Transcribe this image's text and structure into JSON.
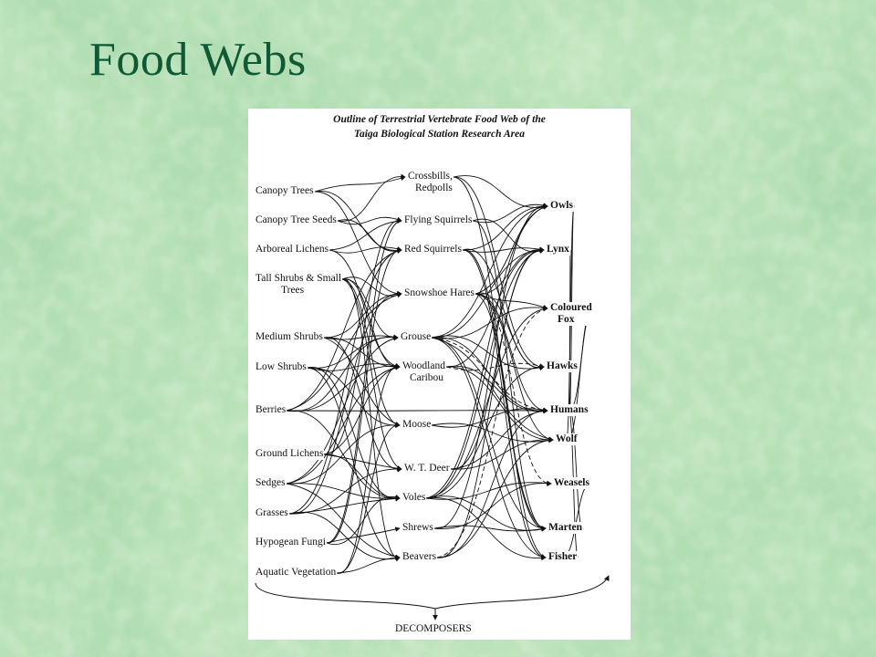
{
  "slide": {
    "title": "Food Webs",
    "background_color": "#9fd3a6",
    "title_color": "#0f5a34"
  },
  "figure": {
    "title_line1": "Outline of Terrestrial Vertebrate Food Web of the",
    "title_line2": "Taiga Biological Station Research Area"
  },
  "producers": [
    {
      "id": "canopy-trees",
      "label": "Canopy Trees"
    },
    {
      "id": "canopy-tree-seeds",
      "label": "Canopy Tree Seeds"
    },
    {
      "id": "arboreal-lichens",
      "label": "Arboreal Lichens"
    },
    {
      "id": "tall-shrubs",
      "label": "Tall Shrubs & Small",
      "label2": "Trees"
    },
    {
      "id": "medium-shrubs",
      "label": "Medium Shrubs"
    },
    {
      "id": "low-shrubs",
      "label": "Low Shrubs"
    },
    {
      "id": "berries",
      "label": "Berries"
    },
    {
      "id": "ground-lichens",
      "label": "Ground Lichens"
    },
    {
      "id": "sedges",
      "label": "Sedges"
    },
    {
      "id": "grasses",
      "label": "Grasses"
    },
    {
      "id": "hypogean-fungi",
      "label": "Hypogean Fungi"
    },
    {
      "id": "aquatic-vegetation",
      "label": "Aquatic Vegetation"
    }
  ],
  "consumers": [
    {
      "id": "crossbills",
      "label": "Crossbills,",
      "label2": "Redpolls"
    },
    {
      "id": "flying-squirrels",
      "label": "Flying Squirrels"
    },
    {
      "id": "red-squirrels",
      "label": "Red Squirrels"
    },
    {
      "id": "snowshoe-hares",
      "label": "Snowshoe Hares"
    },
    {
      "id": "grouse",
      "label": "Grouse"
    },
    {
      "id": "caribou",
      "label": "Woodland",
      "label2": "Caribou"
    },
    {
      "id": "moose",
      "label": "Moose"
    },
    {
      "id": "wt-deer",
      "label": "W. T. Deer"
    },
    {
      "id": "voles",
      "label": "Voles"
    },
    {
      "id": "shrews",
      "label": "Shrews"
    },
    {
      "id": "beavers",
      "label": "Beavers"
    }
  ],
  "predators": [
    {
      "id": "owls",
      "label": "Owls"
    },
    {
      "id": "lynx",
      "label": "Lynx"
    },
    {
      "id": "coloured-fox",
      "label": "Coloured",
      "label2": "Fox"
    },
    {
      "id": "hawks",
      "label": "Hawks"
    },
    {
      "id": "humans",
      "label": "Humans"
    },
    {
      "id": "wolf",
      "label": "Wolf"
    },
    {
      "id": "weasels",
      "label": "Weasels"
    },
    {
      "id": "marten",
      "label": "Marten"
    },
    {
      "id": "fisher",
      "label": "Fisher"
    }
  ],
  "decomposers": {
    "id": "decomposers",
    "label": "DECOMPOSERS"
  },
  "links": [
    [
      "canopy-trees",
      "crossbills"
    ],
    [
      "canopy-trees",
      "red-squirrels"
    ],
    [
      "canopy-trees",
      "snowshoe-hares"
    ],
    [
      "canopy-tree-seeds",
      "crossbills"
    ],
    [
      "canopy-tree-seeds",
      "flying-squirrels"
    ],
    [
      "canopy-tree-seeds",
      "red-squirrels"
    ],
    [
      "arboreal-lichens",
      "flying-squirrels"
    ],
    [
      "arboreal-lichens",
      "caribou"
    ],
    [
      "arboreal-lichens",
      "red-squirrels"
    ],
    [
      "tall-shrubs",
      "snowshoe-hares"
    ],
    [
      "tall-shrubs",
      "grouse"
    ],
    [
      "tall-shrubs",
      "moose"
    ],
    [
      "tall-shrubs",
      "wt-deer"
    ],
    [
      "tall-shrubs",
      "beavers"
    ],
    [
      "tall-shrubs",
      "caribou"
    ],
    [
      "medium-shrubs",
      "snowshoe-hares"
    ],
    [
      "medium-shrubs",
      "grouse"
    ],
    [
      "medium-shrubs",
      "moose"
    ],
    [
      "medium-shrubs",
      "wt-deer"
    ],
    [
      "medium-shrubs",
      "caribou"
    ],
    [
      "low-shrubs",
      "grouse"
    ],
    [
      "low-shrubs",
      "caribou"
    ],
    [
      "low-shrubs",
      "voles"
    ],
    [
      "low-shrubs",
      "moose"
    ],
    [
      "low-shrubs",
      "beavers"
    ],
    [
      "berries",
      "grouse"
    ],
    [
      "berries",
      "red-squirrels"
    ],
    [
      "berries",
      "voles"
    ],
    [
      "berries",
      "humans"
    ],
    [
      "berries",
      "caribou"
    ],
    [
      "berries",
      "snowshoe-hares"
    ],
    [
      "ground-lichens",
      "caribou"
    ],
    [
      "ground-lichens",
      "voles"
    ],
    [
      "ground-lichens",
      "wt-deer"
    ],
    [
      "ground-lichens",
      "flying-squirrels"
    ],
    [
      "sedges",
      "caribou"
    ],
    [
      "sedges",
      "voles"
    ],
    [
      "sedges",
      "moose"
    ],
    [
      "sedges",
      "beavers"
    ],
    [
      "sedges",
      "grouse"
    ],
    [
      "grasses",
      "voles"
    ],
    [
      "grasses",
      "wt-deer"
    ],
    [
      "grasses",
      "snowshoe-hares"
    ],
    [
      "grasses",
      "beavers"
    ],
    [
      "grasses",
      "red-squirrels"
    ],
    [
      "hypogean-fungi",
      "flying-squirrels"
    ],
    [
      "hypogean-fungi",
      "red-squirrels"
    ],
    [
      "hypogean-fungi",
      "voles"
    ],
    [
      "hypogean-fungi",
      "shrews"
    ],
    [
      "aquatic-vegetation",
      "beavers"
    ],
    [
      "aquatic-vegetation",
      "moose"
    ],
    [
      "aquatic-vegetation",
      "caribou"
    ],
    [
      "crossbills",
      "owls"
    ],
    [
      "crossbills",
      "hawks"
    ],
    [
      "crossbills",
      "marten"
    ],
    [
      "flying-squirrels",
      "owls"
    ],
    [
      "flying-squirrels",
      "lynx"
    ],
    [
      "flying-squirrels",
      "marten"
    ],
    [
      "red-squirrels",
      "owls"
    ],
    [
      "red-squirrels",
      "lynx"
    ],
    [
      "red-squirrels",
      "hawks"
    ],
    [
      "red-squirrels",
      "marten"
    ],
    [
      "red-squirrels",
      "fisher"
    ],
    [
      "snowshoe-hares",
      "lynx"
    ],
    [
      "snowshoe-hares",
      "coloured-fox"
    ],
    [
      "snowshoe-hares",
      "owls"
    ],
    [
      "snowshoe-hares",
      "humans"
    ],
    [
      "snowshoe-hares",
      "wolf"
    ],
    [
      "snowshoe-hares",
      "fisher"
    ],
    [
      "snowshoe-hares",
      "hawks"
    ],
    [
      "grouse",
      "owls"
    ],
    [
      "grouse",
      "lynx"
    ],
    [
      "grouse",
      "coloured-fox"
    ],
    [
      "grouse",
      "hawks"
    ],
    [
      "grouse",
      "humans"
    ],
    [
      "grouse",
      "marten"
    ],
    [
      "grouse",
      "fisher"
    ],
    [
      "grouse",
      "wolf"
    ],
    [
      "caribou",
      "humans"
    ],
    [
      "caribou",
      "wolf"
    ],
    [
      "caribou",
      "lynx"
    ],
    [
      "moose",
      "humans"
    ],
    [
      "moose",
      "wolf"
    ],
    [
      "wt-deer",
      "humans"
    ],
    [
      "wt-deer",
      "wolf"
    ],
    [
      "wt-deer",
      "lynx"
    ],
    [
      "voles",
      "owls"
    ],
    [
      "voles",
      "coloured-fox"
    ],
    [
      "voles",
      "hawks"
    ],
    [
      "voles",
      "weasels"
    ],
    [
      "voles",
      "marten"
    ],
    [
      "voles",
      "fisher"
    ],
    [
      "voles",
      "lynx"
    ],
    [
      "shrews",
      "weasels"
    ],
    [
      "shrews",
      "owls"
    ],
    [
      "shrews",
      "marten"
    ],
    [
      "beavers",
      "wolf"
    ],
    [
      "beavers",
      "humans"
    ],
    [
      "beavers",
      "lynx"
    ],
    [
      "owls",
      "humans"
    ],
    [
      "lynx",
      "humans"
    ],
    [
      "coloured-fox",
      "humans"
    ],
    [
      "marten",
      "humans"
    ],
    [
      "fisher",
      "humans"
    ],
    [
      "coloured-fox",
      "wolf"
    ],
    [
      "weasels",
      "fisher"
    ],
    [
      "owls",
      "wolf"
    ]
  ],
  "dashed_links": [
    [
      "grouse",
      "humans"
    ],
    [
      "caribou",
      "hawks"
    ],
    [
      "beavers",
      "coloured-fox"
    ],
    [
      "snowshoe-hares",
      "weasels"
    ]
  ]
}
